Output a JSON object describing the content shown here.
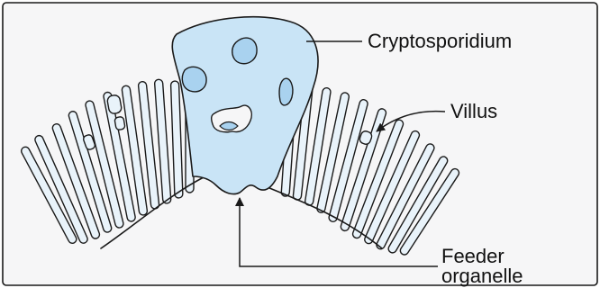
{
  "colors": {
    "panel_bg": "#f6f6f7",
    "parasite_fill": "#c9e4f6",
    "vacuole_fill": "#a9d2ef",
    "villus_fill": "#e9f3fa",
    "ink": "#1a1a1a"
  },
  "labels": {
    "cryptosporidium": "Cryptosporidium",
    "villus": "Villus",
    "feeder_line1": "Feeder",
    "feeder_line2": "organelle"
  }
}
